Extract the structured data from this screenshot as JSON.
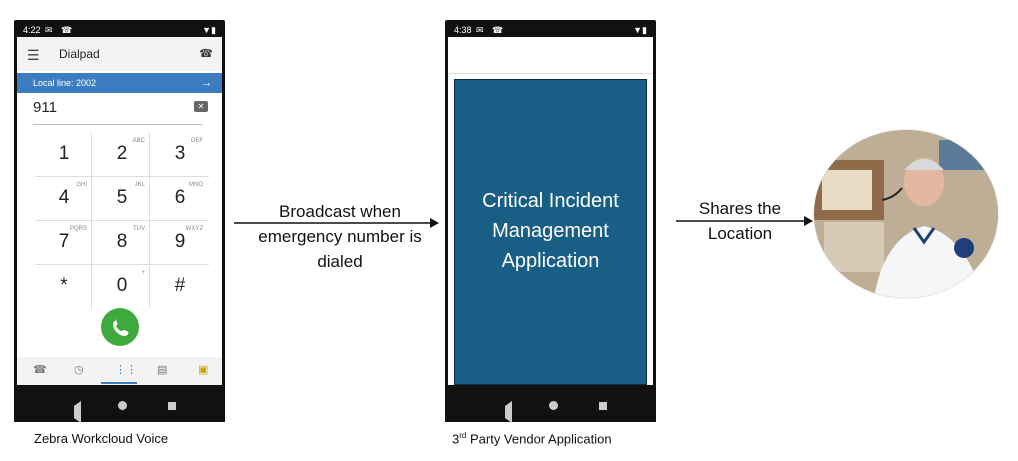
{
  "phone1": {
    "status_time": "4:22",
    "app_title": "Dialpad",
    "local_line": "Local line: 2002",
    "dialed_number": "911",
    "keys": [
      {
        "digit": "1",
        "letters": ""
      },
      {
        "digit": "2",
        "letters": "ABC"
      },
      {
        "digit": "3",
        "letters": "DEF"
      },
      {
        "digit": "4",
        "letters": "GHI"
      },
      {
        "digit": "5",
        "letters": "JKL"
      },
      {
        "digit": "6",
        "letters": "MNO"
      },
      {
        "digit": "7",
        "letters": "PQRS"
      },
      {
        "digit": "8",
        "letters": "TUV"
      },
      {
        "digit": "9",
        "letters": "WXYZ"
      },
      {
        "digit": "*",
        "letters": ""
      },
      {
        "digit": "0",
        "letters": "+"
      },
      {
        "digit": "#",
        "letters": ""
      }
    ],
    "caption": "Zebra Workcloud Voice"
  },
  "arrow1_label": "Broadcast when emergency number is dialed",
  "phone2": {
    "status_time": "4:38",
    "box_text": "Critical Incident Management Application",
    "caption_prefix": "3",
    "caption_sup": "rd",
    "caption_rest": " Party Vendor Application"
  },
  "arrow2_label": "Shares the Location",
  "colors": {
    "linebar": "#3b7dc0",
    "call_button": "#3eaa3e",
    "cim_box": "#185e85"
  },
  "icons": [
    "menu-icon",
    "voicemail-icon",
    "backspace-icon",
    "phone-icon",
    "recents-icon",
    "dialpad-icon",
    "contacts-icon",
    "app-icon",
    "back-icon",
    "home-icon",
    "recents-nav-icon"
  ]
}
